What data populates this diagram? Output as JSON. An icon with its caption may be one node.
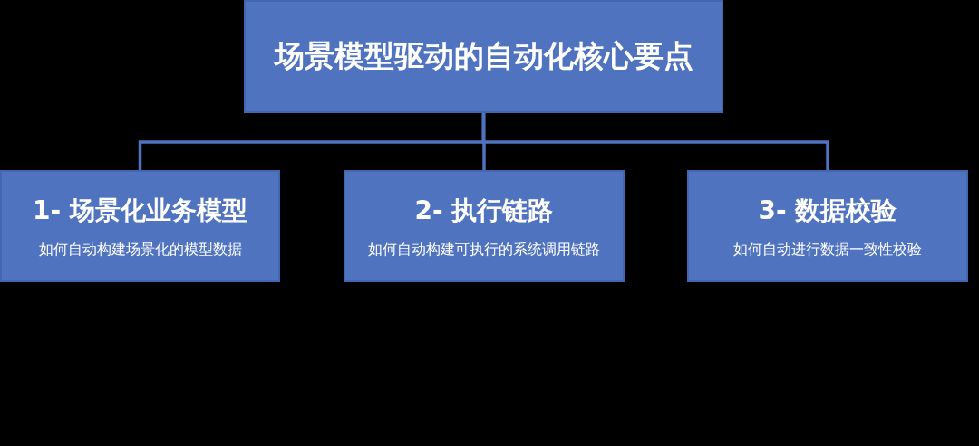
{
  "diagram": {
    "nodes": [
      {
        "text": [
          "场景模型驱动的自动化核心要点"
        ]
      },
      {
        "text": [
          "1- 场景化业务模型",
          "如何自动构建场景化的模型数据"
        ]
      },
      {
        "text": [
          "2- 执行链路",
          "如何自动构建可执行的系统调用链路"
        ]
      },
      {
        "text": [
          "3- 数据校验",
          "如何自动进行数据一致性校验"
        ]
      }
    ],
    "edges": [
      {
        "from": 0,
        "to": 1,
        "arrow": "none"
      },
      {
        "from": 0,
        "to": 2,
        "arrow": "none"
      },
      {
        "from": 0,
        "to": 3,
        "arrow": "none"
      }
    ]
  }
}
